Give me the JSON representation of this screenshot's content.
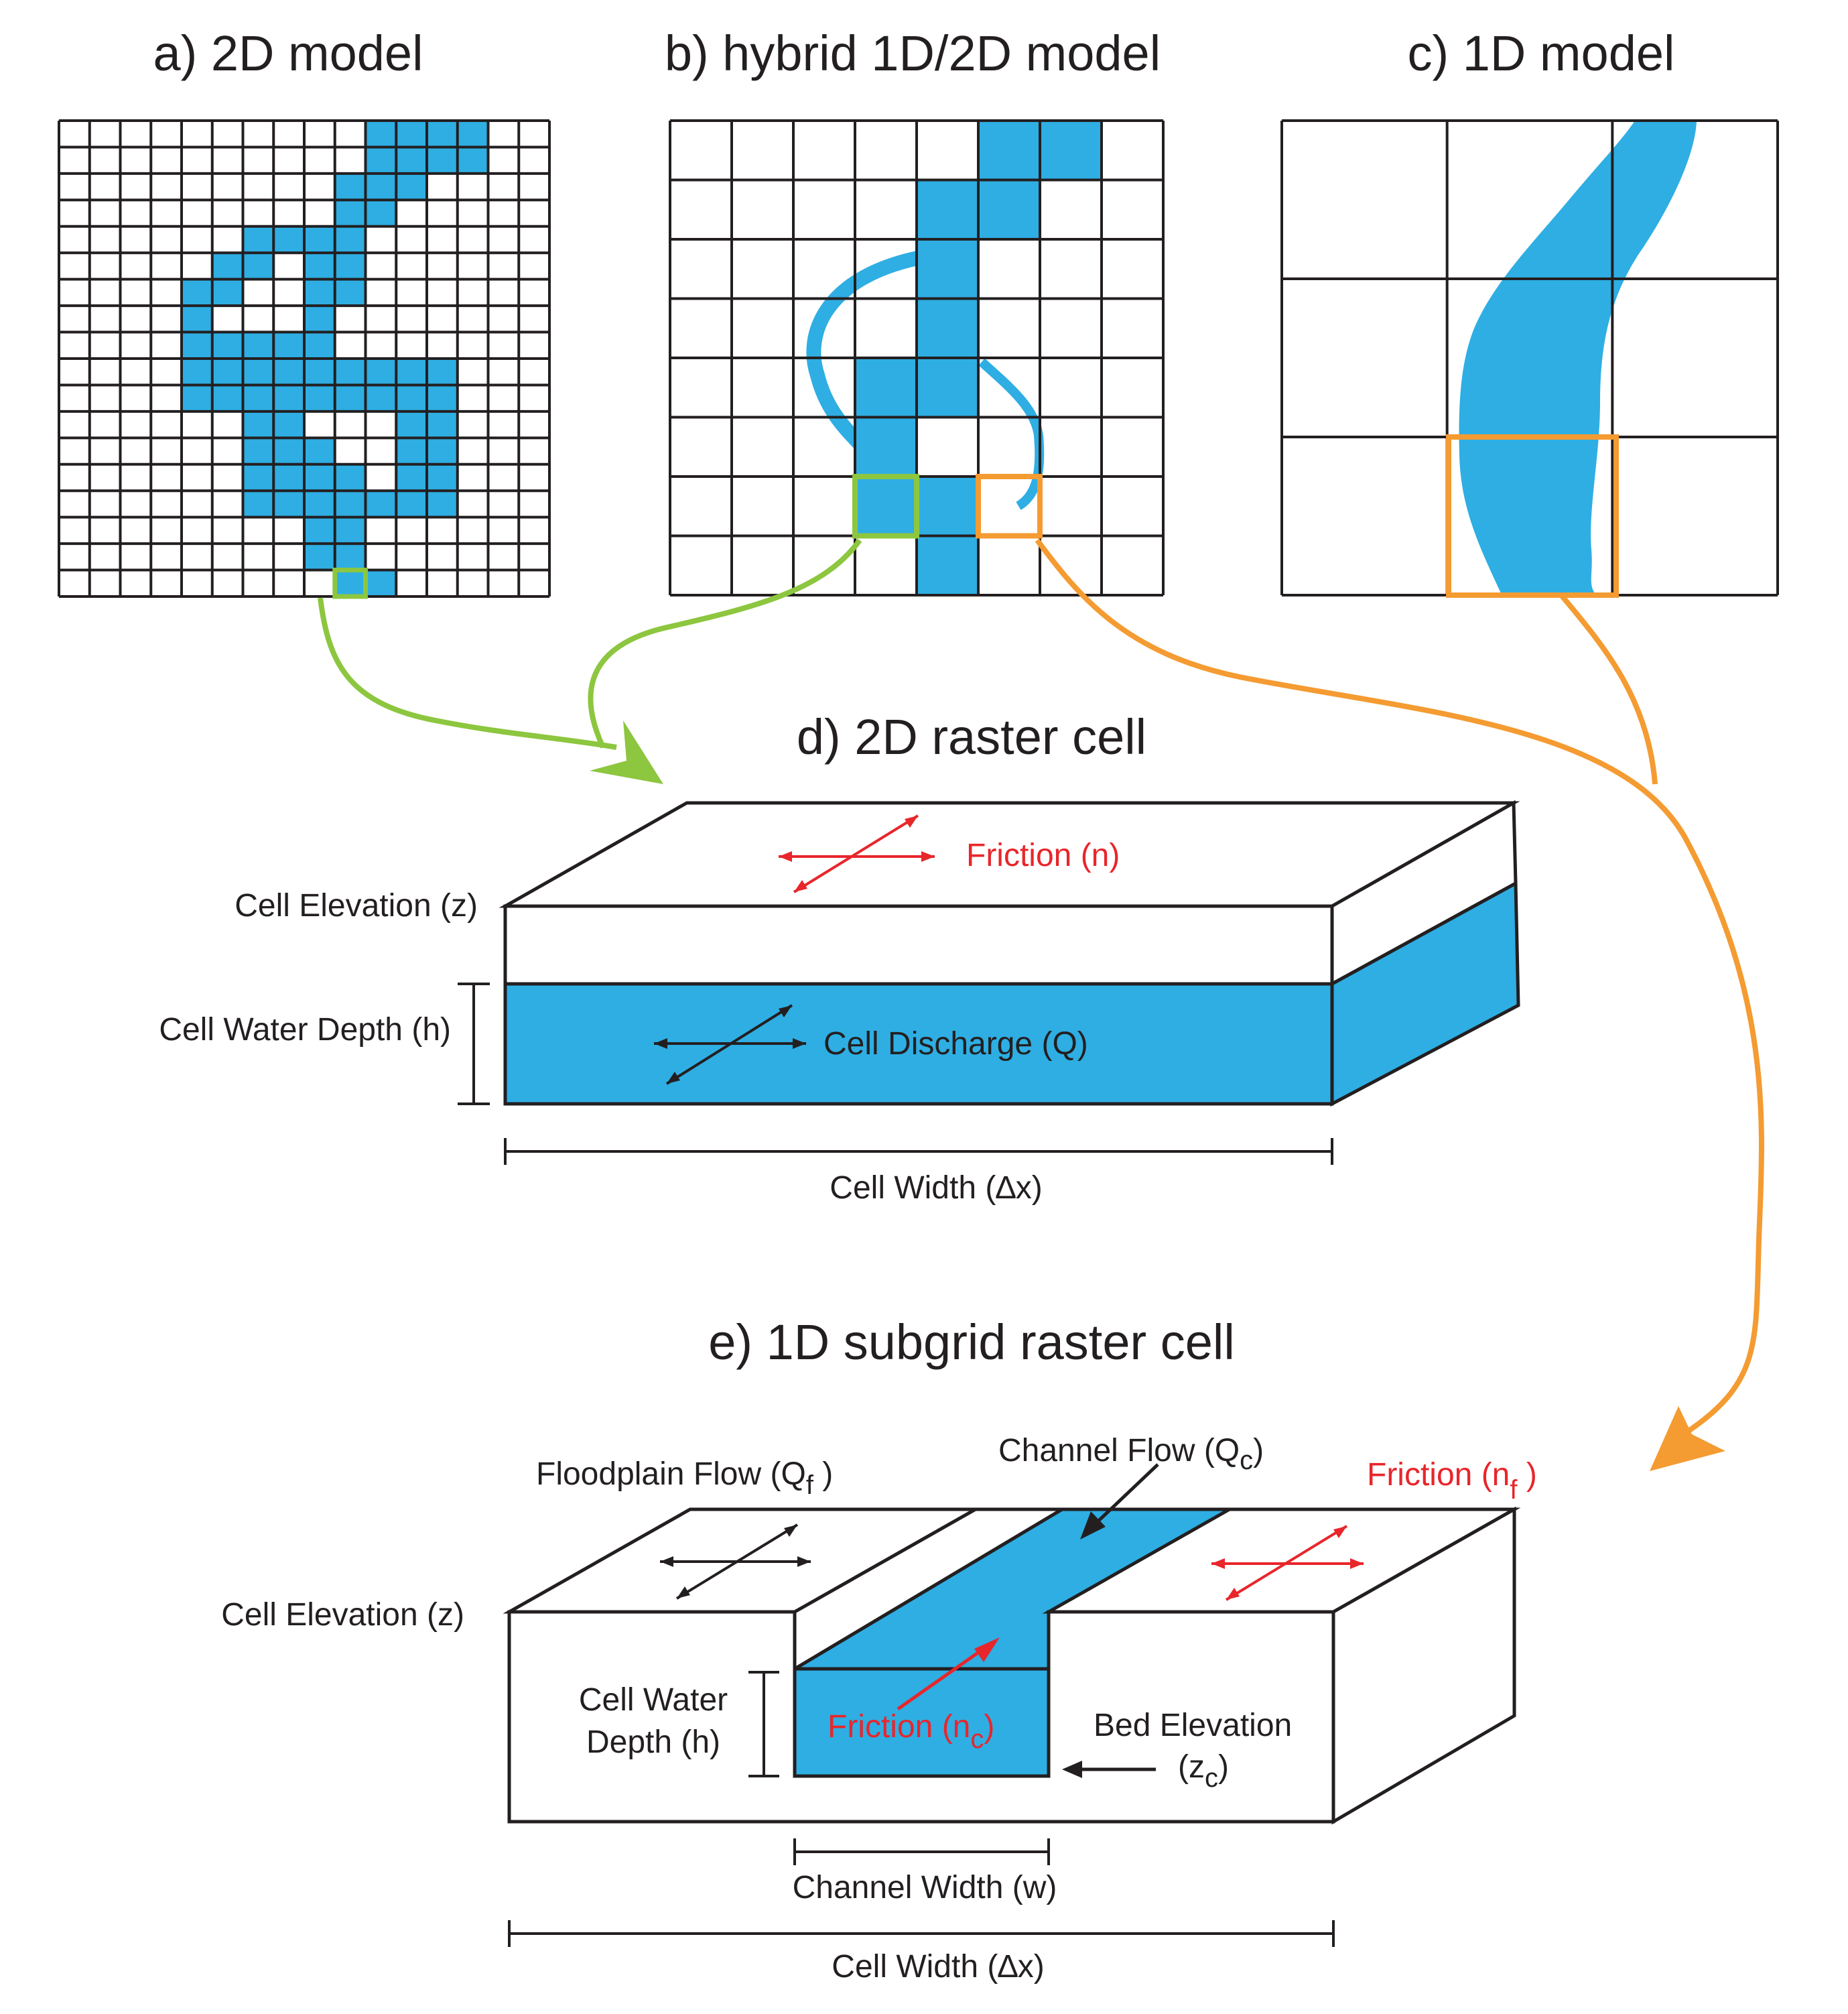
{
  "colors": {
    "water": "#2eaee3",
    "outline": "#231f20",
    "green": "#8dc63f",
    "orange": "#f49b32",
    "red": "#e8262b"
  },
  "panels": {
    "a": {
      "title": "a) 2D model",
      "grid_size": 16,
      "water_cells": [
        [
          0,
          10
        ],
        [
          0,
          11
        ],
        [
          0,
          12
        ],
        [
          0,
          13
        ],
        [
          1,
          10
        ],
        [
          1,
          11
        ],
        [
          1,
          12
        ],
        [
          1,
          13
        ],
        [
          2,
          9
        ],
        [
          2,
          10
        ],
        [
          2,
          11
        ],
        [
          3,
          9
        ],
        [
          3,
          10
        ],
        [
          4,
          6
        ],
        [
          4,
          7
        ],
        [
          4,
          8
        ],
        [
          4,
          9
        ],
        [
          5,
          5
        ],
        [
          5,
          6
        ],
        [
          5,
          8
        ],
        [
          5,
          9
        ],
        [
          6,
          4
        ],
        [
          6,
          5
        ],
        [
          6,
          8
        ],
        [
          6,
          9
        ],
        [
          7,
          4
        ],
        [
          7,
          8
        ],
        [
          8,
          4
        ],
        [
          8,
          5
        ],
        [
          8,
          6
        ],
        [
          8,
          7
        ],
        [
          8,
          8
        ],
        [
          9,
          4
        ],
        [
          9,
          5
        ],
        [
          9,
          6
        ],
        [
          9,
          7
        ],
        [
          9,
          8
        ],
        [
          9,
          9
        ],
        [
          9,
          10
        ],
        [
          9,
          11
        ],
        [
          9,
          12
        ],
        [
          10,
          4
        ],
        [
          10,
          5
        ],
        [
          10,
          6
        ],
        [
          10,
          7
        ],
        [
          10,
          8
        ],
        [
          10,
          9
        ],
        [
          10,
          10
        ],
        [
          10,
          11
        ],
        [
          10,
          12
        ],
        [
          11,
          6
        ],
        [
          11,
          7
        ],
        [
          11,
          11
        ],
        [
          11,
          12
        ],
        [
          12,
          6
        ],
        [
          12,
          7
        ],
        [
          12,
          8
        ],
        [
          12,
          11
        ],
        [
          12,
          12
        ],
        [
          13,
          6
        ],
        [
          13,
          7
        ],
        [
          13,
          8
        ],
        [
          13,
          9
        ],
        [
          13,
          11
        ],
        [
          13,
          12
        ],
        [
          14,
          6
        ],
        [
          14,
          7
        ],
        [
          14,
          8
        ],
        [
          14,
          9
        ],
        [
          14,
          10
        ],
        [
          14,
          11
        ],
        [
          14,
          12
        ],
        [
          15,
          8
        ],
        [
          15,
          9
        ],
        [
          16,
          8
        ],
        [
          16,
          9
        ],
        [
          17,
          9
        ],
        [
          17,
          10
        ]
      ],
      "highlight_cell": [
        17,
        9
      ]
    },
    "b": {
      "title": "b) hybrid 1D/2D model",
      "grid_size": 8,
      "water_cells": [
        [
          0,
          5
        ],
        [
          0,
          6
        ],
        [
          1,
          4
        ],
        [
          1,
          5
        ],
        [
          2,
          4
        ],
        [
          3,
          4
        ],
        [
          4,
          3
        ],
        [
          4,
          4
        ],
        [
          5,
          3
        ],
        [
          6,
          3
        ],
        [
          6,
          4
        ],
        [
          7,
          4
        ]
      ],
      "green_cell": [
        6,
        3
      ],
      "orange_cell": [
        6,
        5
      ]
    },
    "c": {
      "title": "c) 1D model",
      "grid_size": 3
    },
    "d": {
      "title": "d) 2D raster cell",
      "cell_elevation": "Cell Elevation (z)",
      "water_depth": "Cell Water Depth (h)",
      "discharge": "Cell Discharge (Q)",
      "friction": "Friction (n)",
      "cell_width": "Cell Width (∆x)"
    },
    "e": {
      "title": "e) 1D subgrid raster cell",
      "floodplain_flow": "Floodplain Flow (Q",
      "floodplain_flow_sub": "f",
      "channel_flow": "Channel Flow (Q",
      "channel_flow_sub": "c",
      "friction_f": "Friction (n",
      "friction_f_sub": "f",
      "cell_elevation": "Cell Elevation (z)",
      "water_depth_line1": "Cell Water",
      "water_depth_line2": "Depth (h)",
      "friction_c": "Friction (n",
      "friction_c_sub": "c",
      "bed_elevation_line1": "Bed Elevation",
      "bed_elevation_line2": "(z",
      "bed_elevation_sub": "c",
      "channel_width": "Channel Width (w)",
      "cell_width": "Cell Width (∆x)"
    }
  }
}
